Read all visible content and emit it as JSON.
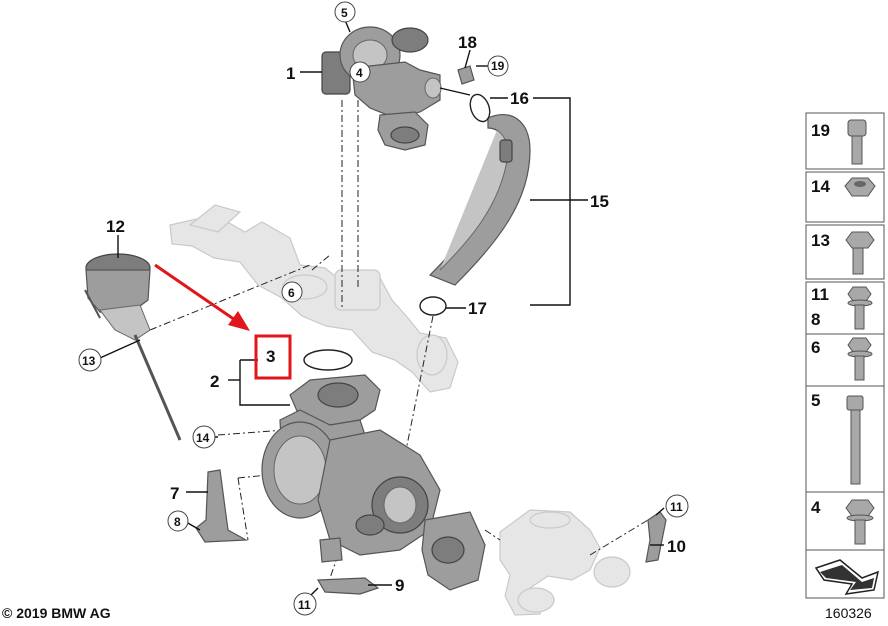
{
  "callouts": {
    "c1": "1",
    "c2": "2",
    "c3": "3",
    "c4": "4",
    "c5": "5",
    "c6": "6",
    "c7": "7",
    "c8": "8",
    "c9": "9",
    "c10": "10",
    "c11a": "11",
    "c11b": "11",
    "c12": "12",
    "c13": "13",
    "c14": "14",
    "c15": "15",
    "c16": "16",
    "c17": "17",
    "c18": "18",
    "c19": "19"
  },
  "highlight": {
    "label": "3",
    "color": "#e0161b",
    "arrow_color": "#e0161b"
  },
  "side_panel": {
    "rows": [
      {
        "labels": [
          "19"
        ],
        "icon": "hex-socket-bolt-icon"
      },
      {
        "labels": [
          "14"
        ],
        "icon": "hex-nut-icon"
      },
      {
        "labels": [
          "13"
        ],
        "icon": "hex-bolt-icon"
      },
      {
        "labels": [
          "11",
          "8"
        ],
        "icon": "flange-bolt-icon"
      },
      {
        "labels": [
          "6"
        ],
        "icon": "flange-bolt-icon"
      },
      {
        "labels": [
          "5"
        ],
        "icon": "stud-bolt-icon"
      },
      {
        "labels": [
          "4"
        ],
        "icon": "hex-bolt-icon"
      }
    ]
  },
  "footer": {
    "copyright": "© 2019 BMW AG",
    "diagram_number": "160326"
  }
}
